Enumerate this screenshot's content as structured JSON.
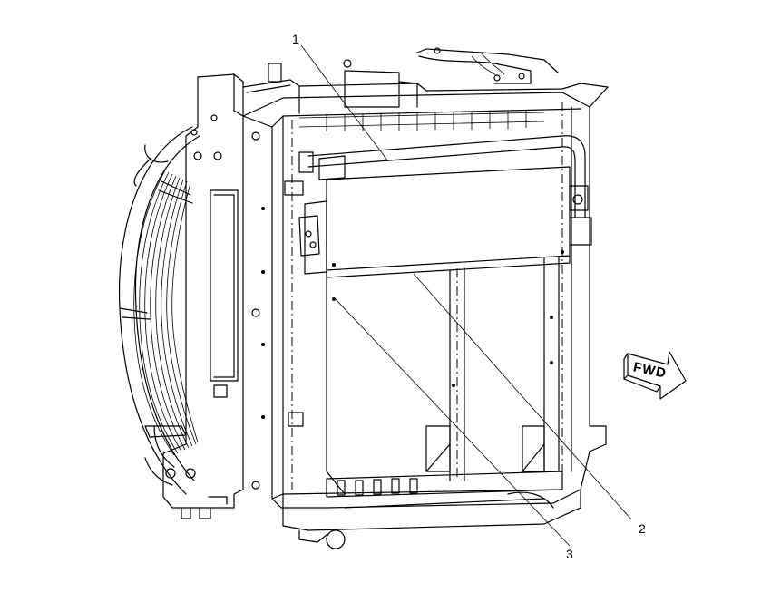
{
  "callouts": [
    {
      "id": "1",
      "label": "1"
    },
    {
      "id": "2",
      "label": "2"
    },
    {
      "id": "3",
      "label": "3"
    }
  ],
  "direction_arrow": {
    "label": "FWD"
  },
  "colors": {
    "line": "#000000",
    "background": "#ffffff"
  }
}
